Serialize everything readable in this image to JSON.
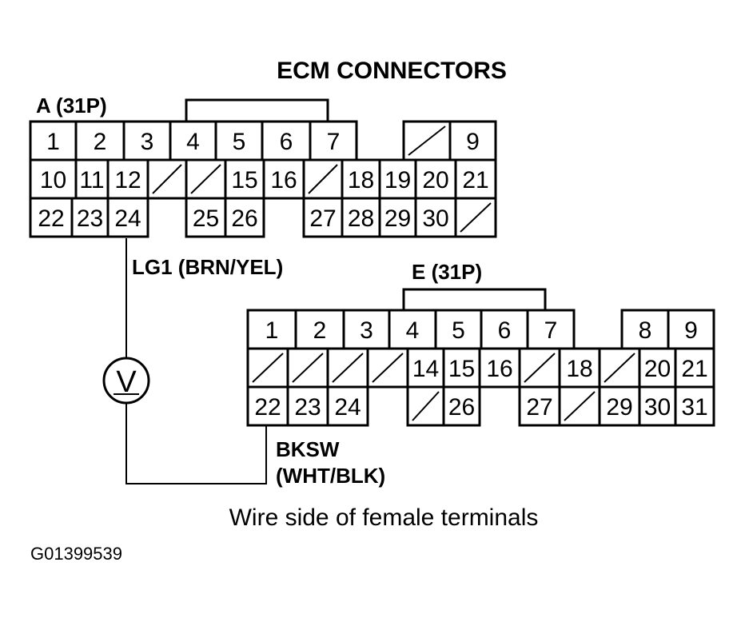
{
  "title": "ECM CONNECTORS",
  "connector_a": {
    "label": "A (31P)",
    "row1": [
      "1",
      "2",
      "3",
      "4",
      "5",
      "6",
      "7",
      "",
      "/",
      "9"
    ],
    "row2": [
      "10",
      "11",
      "12",
      "/",
      "/",
      "15",
      "16",
      "/",
      "18",
      "19",
      "20",
      "21"
    ],
    "row3": [
      "22",
      "23",
      "24",
      "",
      "25",
      "26",
      "",
      "27",
      "28",
      "29",
      "30",
      "/"
    ]
  },
  "connector_e": {
    "label": "E (31P)",
    "row1": [
      "1",
      "2",
      "3",
      "4",
      "5",
      "6",
      "7",
      "",
      "8",
      "9"
    ],
    "row2": [
      "/",
      "/",
      "/",
      "/",
      "14",
      "15",
      "16",
      "/",
      "18",
      "/",
      "20",
      "21"
    ],
    "row3": [
      "22",
      "23",
      "24",
      "",
      "/",
      "26",
      "",
      "27",
      "/",
      "29",
      "30",
      "31"
    ]
  },
  "wire_lg1": "LG1 (BRN/YEL)",
  "wire_bksw_1": "BKSW",
  "wire_bksw_2": "(WHT/BLK)",
  "meter_symbol": "V",
  "caption": "Wire side of female terminals",
  "figure_id": "G01399539"
}
